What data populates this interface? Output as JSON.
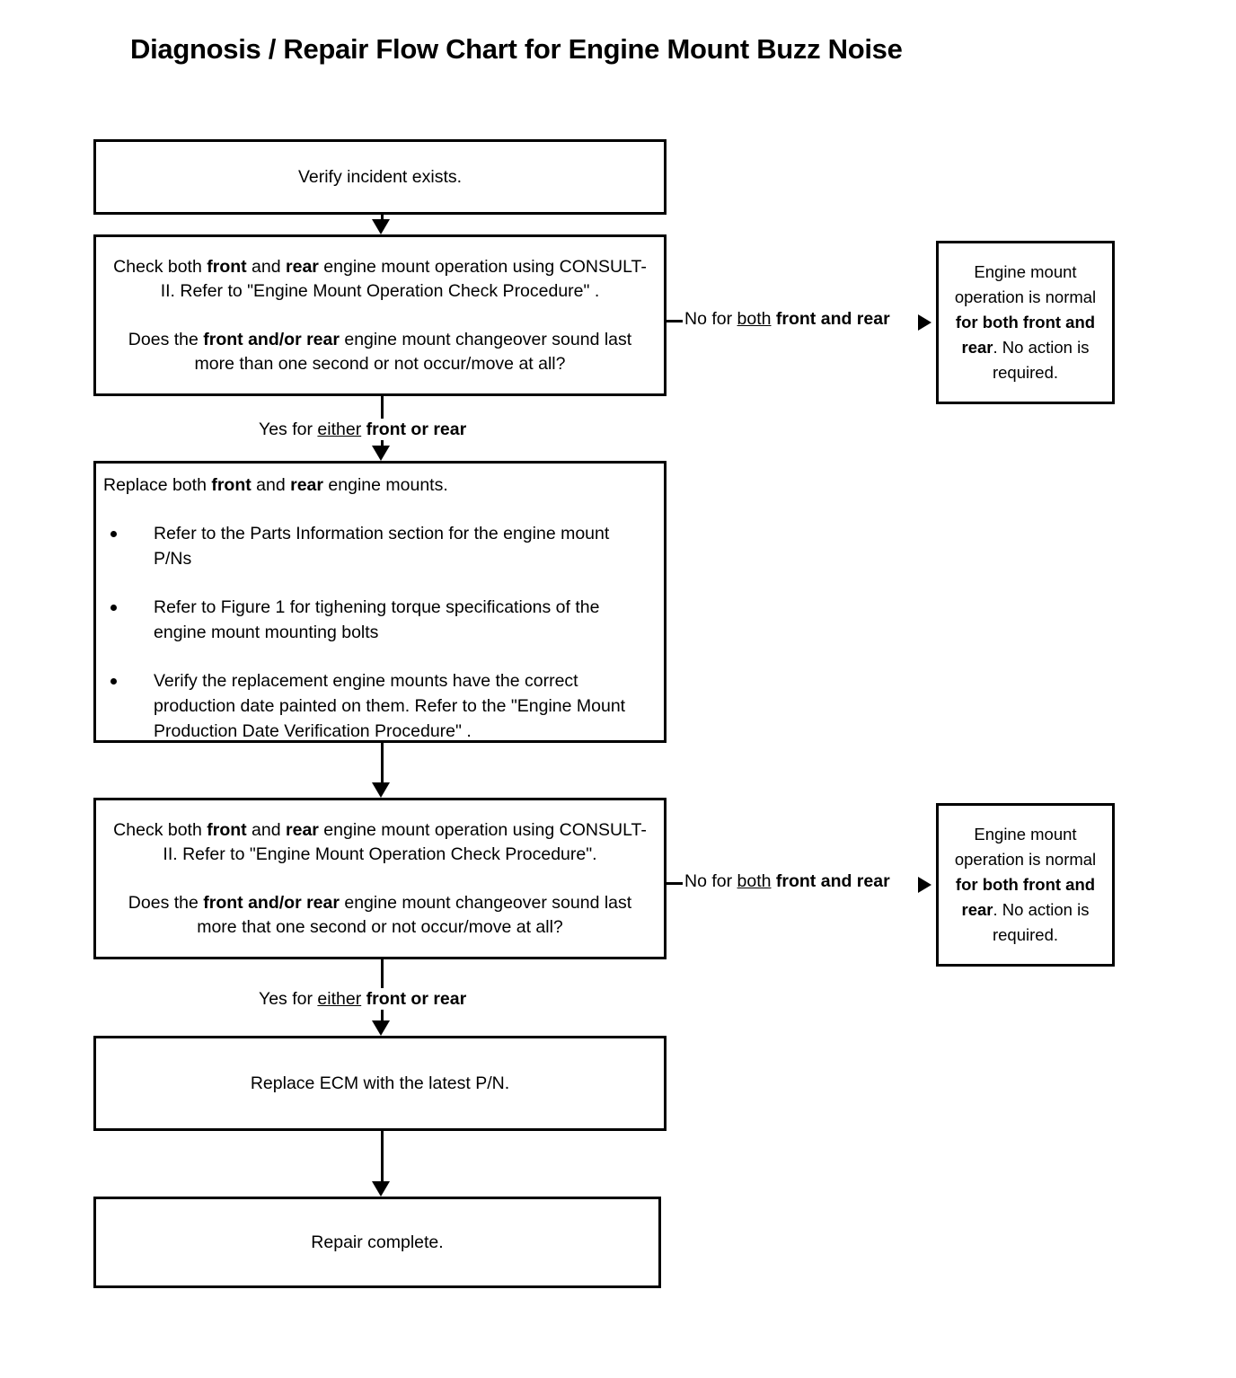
{
  "title": "Diagnosis / Repair Flow Chart for Engine Mount Buzz Noise",
  "nodes": {
    "verify": {
      "text": "Verify incident exists."
    },
    "check1": {
      "line1_a": "Check both ",
      "line1_b": "front",
      "line1_c": " and ",
      "line1_d": "rear",
      "line1_e": " engine mount operation using CONSULT-II. Refer to \"Engine Mount Operation Check Procedure\" .",
      "line2_a": "Does the ",
      "line2_b": "front and/or rear",
      "line2_c": " engine mount changeover sound last more than one second or not occur/move at all?"
    },
    "normal1": {
      "a": "Engine mount operation is normal ",
      "b": "for both front and rear",
      "c": ". No action is required."
    },
    "replace": {
      "lead_a": "Replace both ",
      "lead_b": "front",
      "lead_c": " and ",
      "lead_d": "rear",
      "lead_e": " engine mounts.",
      "bullets": [
        "Refer to the Parts Information section for the engine mount P/Ns",
        "Refer to Figure 1 for tighening torque specifications of  the engine mount mounting bolts",
        "Verify the replacement engine mounts have the correct production date painted on them. Refer to the \"Engine Mount Production Date Verification Procedure\" ."
      ]
    },
    "check2": {
      "line1_a": "Check both ",
      "line1_b": "front",
      "line1_c": " and ",
      "line1_d": "rear",
      "line1_e": " engine mount operation using CONSULT-II. Refer to \"Engine Mount Operation Check Procedure\".",
      "line2_a": "Does the ",
      "line2_b": "front and/or rear",
      "line2_c": " engine mount changeover sound last more that one second or not occur/move at all?"
    },
    "normal2": {
      "a": "Engine mount operation is normal ",
      "b": "for both front and rear",
      "c": ". No action is required."
    },
    "ecm": {
      "text": "Replace ECM with the latest P/N."
    },
    "done": {
      "text": "Repair complete."
    }
  },
  "edges": {
    "no1": {
      "a": "No for ",
      "b": "both",
      "c": " ",
      "d": "front and rear"
    },
    "no2": {
      "a": "No for ",
      "b": "both",
      "c": " ",
      "d": "front and rear"
    },
    "yes1": {
      "a": "Yes for ",
      "b": "either",
      "c": "  ",
      "d": "front or rear"
    },
    "yes2": {
      "a": "Yes for ",
      "b": "either",
      "c": "  ",
      "d": "front or rear"
    }
  },
  "colors": {
    "stroke": "#000000",
    "background": "#ffffff",
    "text": "#000000"
  }
}
